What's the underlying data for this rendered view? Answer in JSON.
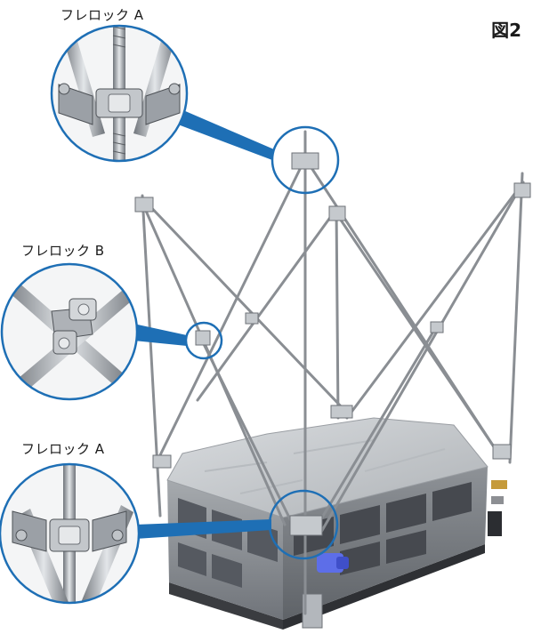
{
  "figure": {
    "title": "図2"
  },
  "callouts": [
    {
      "label": "フレロック A"
    },
    {
      "label": "フレロック B"
    },
    {
      "label": "フレロック A"
    }
  ],
  "colors": {
    "accent": "#1e6fb5",
    "rod": "#8a8e93",
    "unit_top": "#c9ccd0",
    "unit_side": "#8c9096",
    "unit_dark": "#4a4d52",
    "port": "#5d6ee8"
  }
}
